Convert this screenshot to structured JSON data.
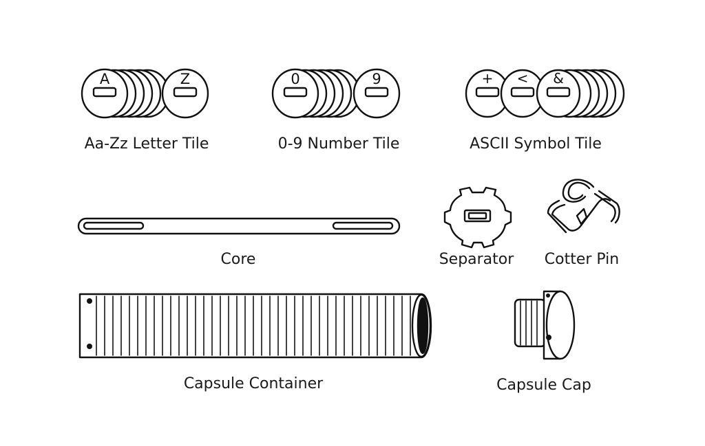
{
  "colors": {
    "stroke": "#111111",
    "fill": "#ffffff",
    "text": "#1a1a1a"
  },
  "letter_tile": {
    "label": "Aa-Zz Letter Tile",
    "first_char": "A",
    "last_char": "Z"
  },
  "number_tile": {
    "label": "0-9 Number Tile",
    "first_char": "0",
    "last_char": "9"
  },
  "symbol_tile": {
    "label": "ASCII Symbol Tile",
    "chars": [
      "+",
      "<",
      "&"
    ]
  },
  "core": {
    "label": "Core"
  },
  "separator": {
    "label": "Separator"
  },
  "cotter_pin": {
    "label": "Cotter Pin"
  },
  "capsule_container": {
    "label": "Capsule Container"
  },
  "capsule_cap": {
    "label": "Capsule Cap"
  }
}
